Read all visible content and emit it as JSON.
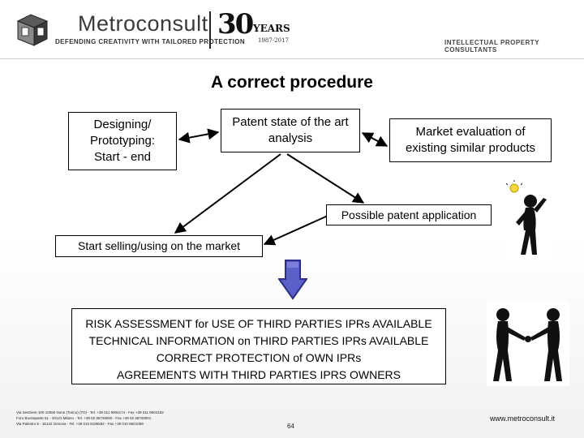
{
  "header": {
    "company_name": "Metroconsult",
    "tagline": "DEFENDING CREATIVITY WITH TAILORED PROTECTION",
    "anniversary_number": "30",
    "anniversary_label": "YEARS",
    "anniversary_range": "1987-2017",
    "right_text": "INTELLECTUAL PROPERTY CONSULTANTS"
  },
  "slide": {
    "title": "A correct procedure"
  },
  "diagram": {
    "designing": [
      "Designing/",
      "Prototyping:",
      "Start - end"
    ],
    "patent_state": [
      "Patent state of the art",
      "analysis"
    ],
    "market_evaluation": [
      "Market evaluation of",
      "existing similar products"
    ],
    "possible_patent": "Possible patent application",
    "start_selling": "Start selling/using on the market",
    "risk": [
      "RISK ASSESSMENT for USE OF THIRD PARTIES IPRs AVAILABLE",
      "TECHNICAL INFORMATION on THIRD PARTIES IPRs AVAILABLE",
      "CORRECT PROTECTION of OWN IPRs",
      "AGREEMENTS WITH THIRD PARTIES IPRS OWNERS"
    ]
  },
  "footer": {
    "address_lines": [
      "Via Sestriere 100 10060 None (Torino) (TO) - Tel. +39 011 9904174 - Fax +39 011 9904182",
      "Foro Buonaparte 51 - 20121 Milano - Tel. +39 02 36728000 - Fax +39 02 36728001",
      "Via Palestro 5 - 16122 Genova - Tel. +39 010 8195592 - Fax +39 010 8601059"
    ],
    "page_number": "64",
    "website": "www.metroconsult.it"
  },
  "colors": {
    "arrow_fill": "#5b5fc7",
    "arrow_border": "#2a2f86",
    "line": "#000000"
  },
  "icons": {
    "logo": "metroconsult-cube-logo",
    "down_arrow": "down-arrow-icon",
    "thinking_figure": "stick-figure-lightbulb-icon",
    "handshake_figure": "stick-figures-handshake-icon"
  }
}
